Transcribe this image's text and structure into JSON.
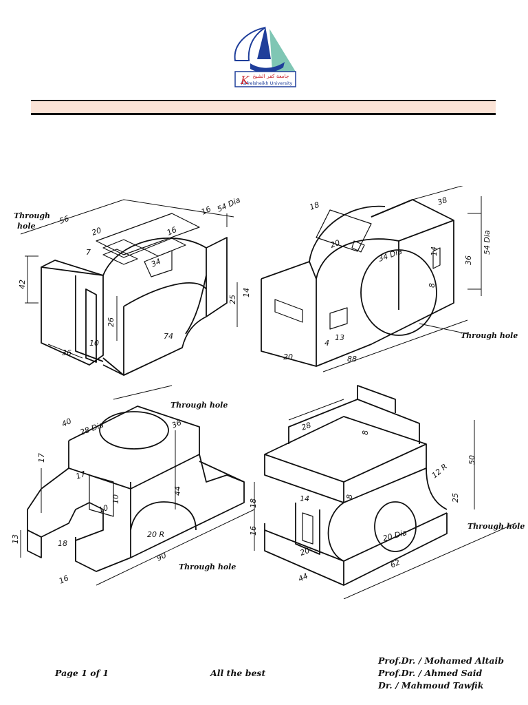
{
  "header": {
    "logo": {
      "arabic_text": "جامعة كفر الشيخ",
      "english_text": "Kafrelsheikh University",
      "colors": {
        "blue": "#1f3e9a",
        "teal": "#7fc6b4",
        "red": "#c8232c"
      }
    },
    "title_band_color": "#fbe3d6"
  },
  "drawings": {
    "top_left": {
      "labels": [
        "Through",
        "hole"
      ],
      "dimensions": [
        "54 Dia",
        "56",
        "16",
        "20",
        "16",
        "7",
        "34",
        "42",
        "26",
        "10",
        "36",
        "74"
      ]
    },
    "top_right": {
      "labels": [
        "Through hole"
      ],
      "dimensions": [
        "18",
        "38",
        "20",
        "34 Dia",
        "54 Dia",
        "36",
        "14",
        "8",
        "25",
        "14",
        "4",
        "13",
        "20",
        "88"
      ]
    },
    "bottom_left": {
      "labels": [
        "Through hole",
        "Through hole"
      ],
      "dimensions": [
        "40",
        "28 Dia",
        "36",
        "17",
        "17",
        "10",
        "10",
        "44",
        "20 R",
        "13",
        "18",
        "16",
        "90"
      ]
    },
    "bottom_right": {
      "labels": [
        "Through hole"
      ],
      "dimensions": [
        "28",
        "8",
        "50",
        "12 R",
        "25",
        "18",
        "14",
        "8",
        "16",
        "20",
        "20 Dia",
        "44",
        "62"
      ]
    }
  },
  "footer": {
    "page_label": "Page 1 of 1",
    "message": "All the best",
    "authors": [
      "Prof.Dr. / Mohamed Altaib",
      "Prof.Dr. / Ahmed Said",
      "Dr. / Mahmoud Tawfik"
    ]
  }
}
